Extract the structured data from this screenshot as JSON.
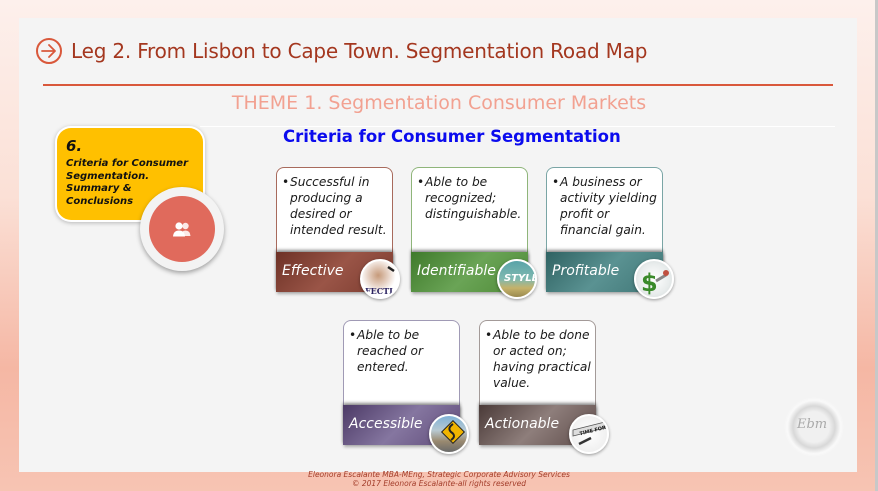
{
  "slide": {
    "title": "Leg 2. From Lisbon to Cape Town. Segmentation Road Map",
    "title_icon": "circle-arrow-right-icon",
    "theme": "THEME 1. Segmentation Consumer Markets",
    "section_card": {
      "number": "6.",
      "text": "Criteria for Consumer Segmentation. Summary & Conclusions",
      "icon": "users-icon"
    },
    "heading": "Criteria for Consumer Segmentation",
    "criteria": [
      {
        "label": "Effective",
        "bullet": "•",
        "description": "Successful in producing a desired or intended result.",
        "color": "#7a3a2e",
        "icon": "effective-hand-icon"
      },
      {
        "label": "Identifiable",
        "bullet": "•",
        "description": "Able to be recognized; distinguishable.",
        "color": "#4e8a36",
        "icon": "style-sign-icon"
      },
      {
        "label": "Profitable",
        "bullet": "•",
        "description": "A business or activity yielding profit or financial gain.",
        "color": "#3f7575",
        "icon": "dollar-watering-can-icon"
      },
      {
        "label": "Accessible",
        "bullet": "•",
        "description": "Able to be reached or entered.",
        "color": "#5e4a78",
        "icon": "winding-road-sign-icon"
      },
      {
        "label": "Actionable",
        "bullet": "•",
        "description": "Able to be done or acted on; having practical value.",
        "color": "#5c4a48",
        "icon": "ruler-action-icon"
      }
    ],
    "footer": {
      "line1": "Eleonora Escalante MBA-MEng, Strategic Corporate Advisory Services",
      "line2": "© 2017 Eleonora Escalante-all rights reserved"
    },
    "seal_text": "Ebm",
    "colors": {
      "title": "#a4371f",
      "accent_rule": "#d9583b",
      "theme": "#f2a191",
      "heading": "#0b0bee",
      "section_card": "#ffc000",
      "section_circle": "#e06a5c"
    }
  }
}
